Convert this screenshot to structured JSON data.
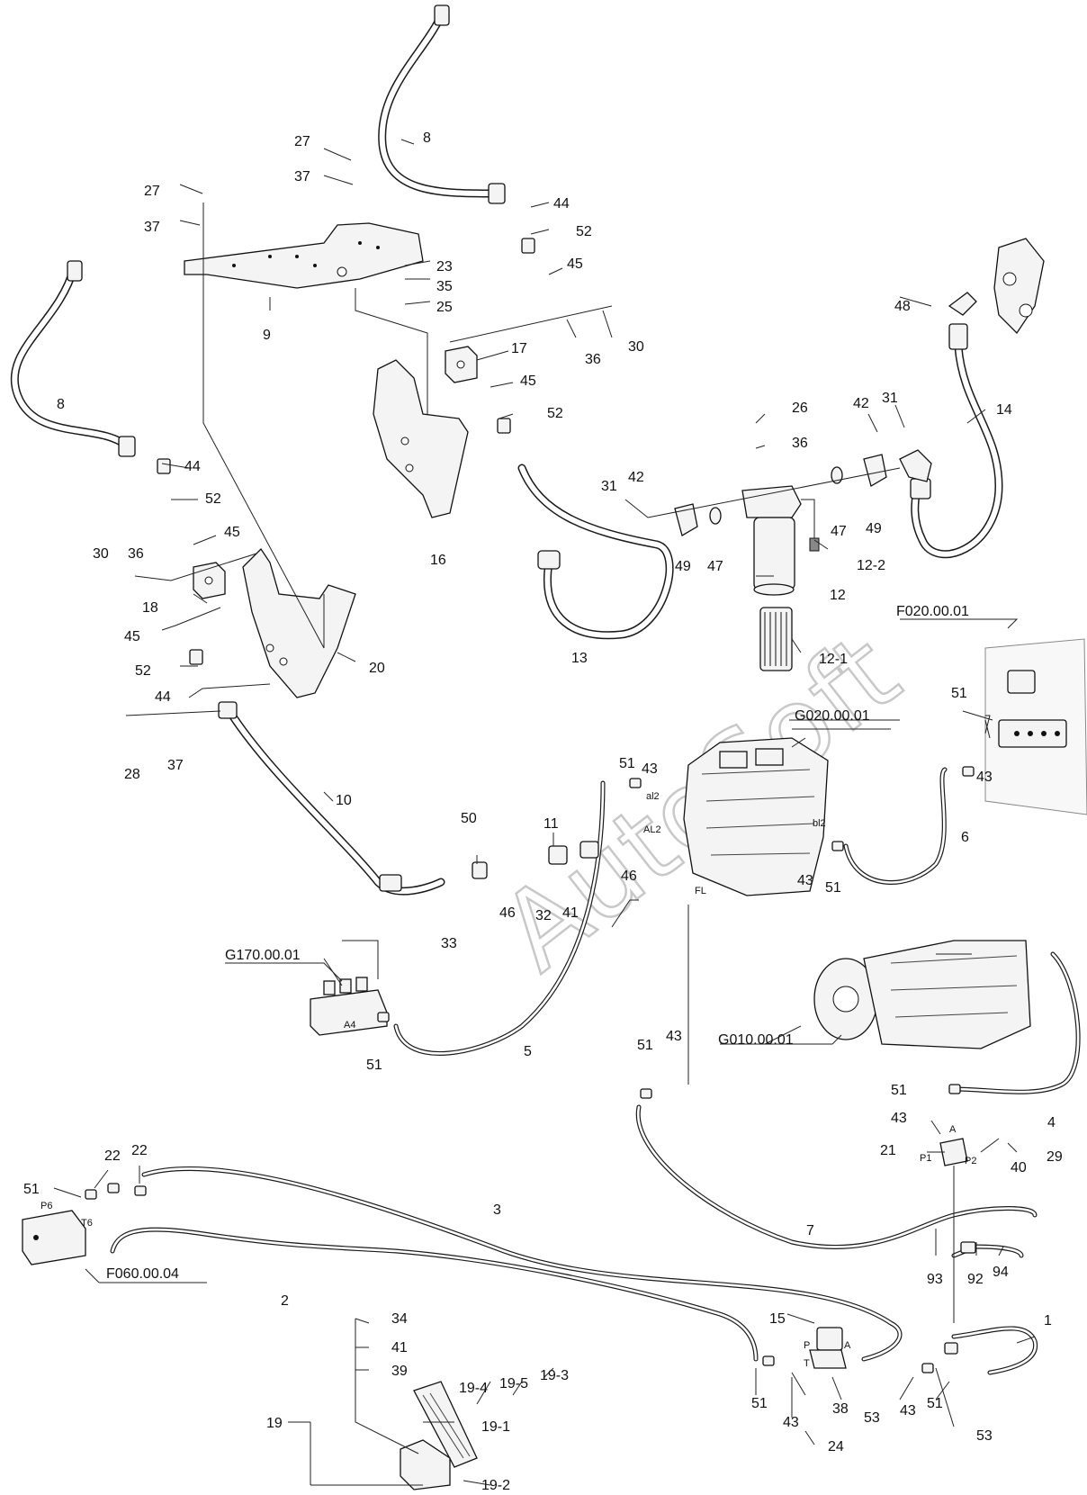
{
  "watermark": "AutoSoft",
  "assemblies": {
    "g020": "G020.00.01",
    "g010": "G010.00.01",
    "g170": "G170.00.01",
    "f020": "F020.00.01",
    "f060": "F060.00.04"
  },
  "ports": {
    "al2": "al2",
    "AL2": "AL2",
    "bl2": "bl2",
    "FL": "FL",
    "A4": "A4",
    "P6": "P6",
    "T6": "T6",
    "P1": "P1",
    "P2": "P2",
    "A_valve": "A",
    "P_pedal": "P",
    "A_pedal": "A",
    "T_pedal": "T"
  },
  "callouts": [
    {
      "id": "c27a",
      "text": "27"
    },
    {
      "id": "c37a",
      "text": "37"
    },
    {
      "id": "c27b",
      "text": "27"
    },
    {
      "id": "c37b",
      "text": "37"
    },
    {
      "id": "c8a",
      "text": "8"
    },
    {
      "id": "c44a",
      "text": "44"
    },
    {
      "id": "c52a",
      "text": "52"
    },
    {
      "id": "c45a",
      "text": "45"
    },
    {
      "id": "c23",
      "text": "23"
    },
    {
      "id": "c35",
      "text": "35"
    },
    {
      "id": "c25",
      "text": "25"
    },
    {
      "id": "c9",
      "text": "9"
    },
    {
      "id": "c17",
      "text": "17"
    },
    {
      "id": "c36a",
      "text": "36"
    },
    {
      "id": "c30a",
      "text": "30"
    },
    {
      "id": "c45b",
      "text": "45"
    },
    {
      "id": "c52b",
      "text": "52"
    },
    {
      "id": "c48",
      "text": "48"
    },
    {
      "id": "c14",
      "text": "14"
    },
    {
      "id": "c26",
      "text": "26"
    },
    {
      "id": "c36b",
      "text": "36"
    },
    {
      "id": "c42a",
      "text": "42"
    },
    {
      "id": "c31a",
      "text": "31"
    },
    {
      "id": "c31b",
      "text": "31"
    },
    {
      "id": "c42b",
      "text": "42"
    },
    {
      "id": "c47a",
      "text": "47"
    },
    {
      "id": "c49a",
      "text": "49"
    },
    {
      "id": "c49b",
      "text": "49"
    },
    {
      "id": "c47b",
      "text": "47"
    },
    {
      "id": "c12-2",
      "text": "12-2"
    },
    {
      "id": "c12",
      "text": "12"
    },
    {
      "id": "c12-1",
      "text": "12-1"
    },
    {
      "id": "c16",
      "text": "16"
    },
    {
      "id": "c13",
      "text": "13"
    },
    {
      "id": "c8b",
      "text": "8"
    },
    {
      "id": "c44b",
      "text": "44"
    },
    {
      "id": "c52c",
      "text": "52"
    },
    {
      "id": "c45c",
      "text": "45"
    },
    {
      "id": "c36c",
      "text": "36"
    },
    {
      "id": "c30b",
      "text": "30"
    },
    {
      "id": "c18",
      "text": "18"
    },
    {
      "id": "c45d",
      "text": "45"
    },
    {
      "id": "c52d",
      "text": "52"
    },
    {
      "id": "c20",
      "text": "20"
    },
    {
      "id": "c44c",
      "text": "44"
    },
    {
      "id": "c28",
      "text": "28"
    },
    {
      "id": "c37c",
      "text": "37"
    },
    {
      "id": "c10",
      "text": "10"
    },
    {
      "id": "c50",
      "text": "50"
    },
    {
      "id": "c11",
      "text": "11"
    },
    {
      "id": "c51a",
      "text": "51"
    },
    {
      "id": "c43a",
      "text": "43"
    },
    {
      "id": "c46a",
      "text": "46"
    },
    {
      "id": "c46b",
      "text": "46"
    },
    {
      "id": "c32",
      "text": "32"
    },
    {
      "id": "c41a",
      "text": "41"
    },
    {
      "id": "c33",
      "text": "33"
    },
    {
      "id": "c43b",
      "text": "43"
    },
    {
      "id": "c51b",
      "text": "51"
    },
    {
      "id": "c6",
      "text": "6"
    },
    {
      "id": "c51c",
      "text": "51"
    },
    {
      "id": "c43c",
      "text": "43"
    },
    {
      "id": "c5",
      "text": "5"
    },
    {
      "id": "c51d",
      "text": "51"
    },
    {
      "id": "c51e",
      "text": "51"
    },
    {
      "id": "c43d",
      "text": "43"
    },
    {
      "id": "c51f",
      "text": "51"
    },
    {
      "id": "c43e",
      "text": "43"
    },
    {
      "id": "c4",
      "text": "4"
    },
    {
      "id": "c21",
      "text": "21"
    },
    {
      "id": "c29",
      "text": "29"
    },
    {
      "id": "c40",
      "text": "40"
    },
    {
      "id": "c22a",
      "text": "22"
    },
    {
      "id": "c22b",
      "text": "22"
    },
    {
      "id": "c51g",
      "text": "51"
    },
    {
      "id": "c3",
      "text": "3"
    },
    {
      "id": "c7",
      "text": "7"
    },
    {
      "id": "c2",
      "text": "2"
    },
    {
      "id": "c93",
      "text": "93"
    },
    {
      "id": "c92",
      "text": "92"
    },
    {
      "id": "c94",
      "text": "94"
    },
    {
      "id": "c1",
      "text": "1"
    },
    {
      "id": "c15",
      "text": "15"
    },
    {
      "id": "c34",
      "text": "34"
    },
    {
      "id": "c41b",
      "text": "41"
    },
    {
      "id": "c39",
      "text": "39"
    },
    {
      "id": "c19-3",
      "text": "19-3"
    },
    {
      "id": "c19-4",
      "text": "19-4"
    },
    {
      "id": "c19-5",
      "text": "19-5"
    },
    {
      "id": "c51h",
      "text": "51"
    },
    {
      "id": "c43f",
      "text": "43"
    },
    {
      "id": "c38",
      "text": "38"
    },
    {
      "id": "c53a",
      "text": "53"
    },
    {
      "id": "c43g",
      "text": "43"
    },
    {
      "id": "c51i",
      "text": "51"
    },
    {
      "id": "c53b",
      "text": "53"
    },
    {
      "id": "c24",
      "text": "24"
    },
    {
      "id": "c19",
      "text": "19"
    },
    {
      "id": "c19-1",
      "text": "19-1"
    },
    {
      "id": "c19-2",
      "text": "19-2"
    }
  ]
}
